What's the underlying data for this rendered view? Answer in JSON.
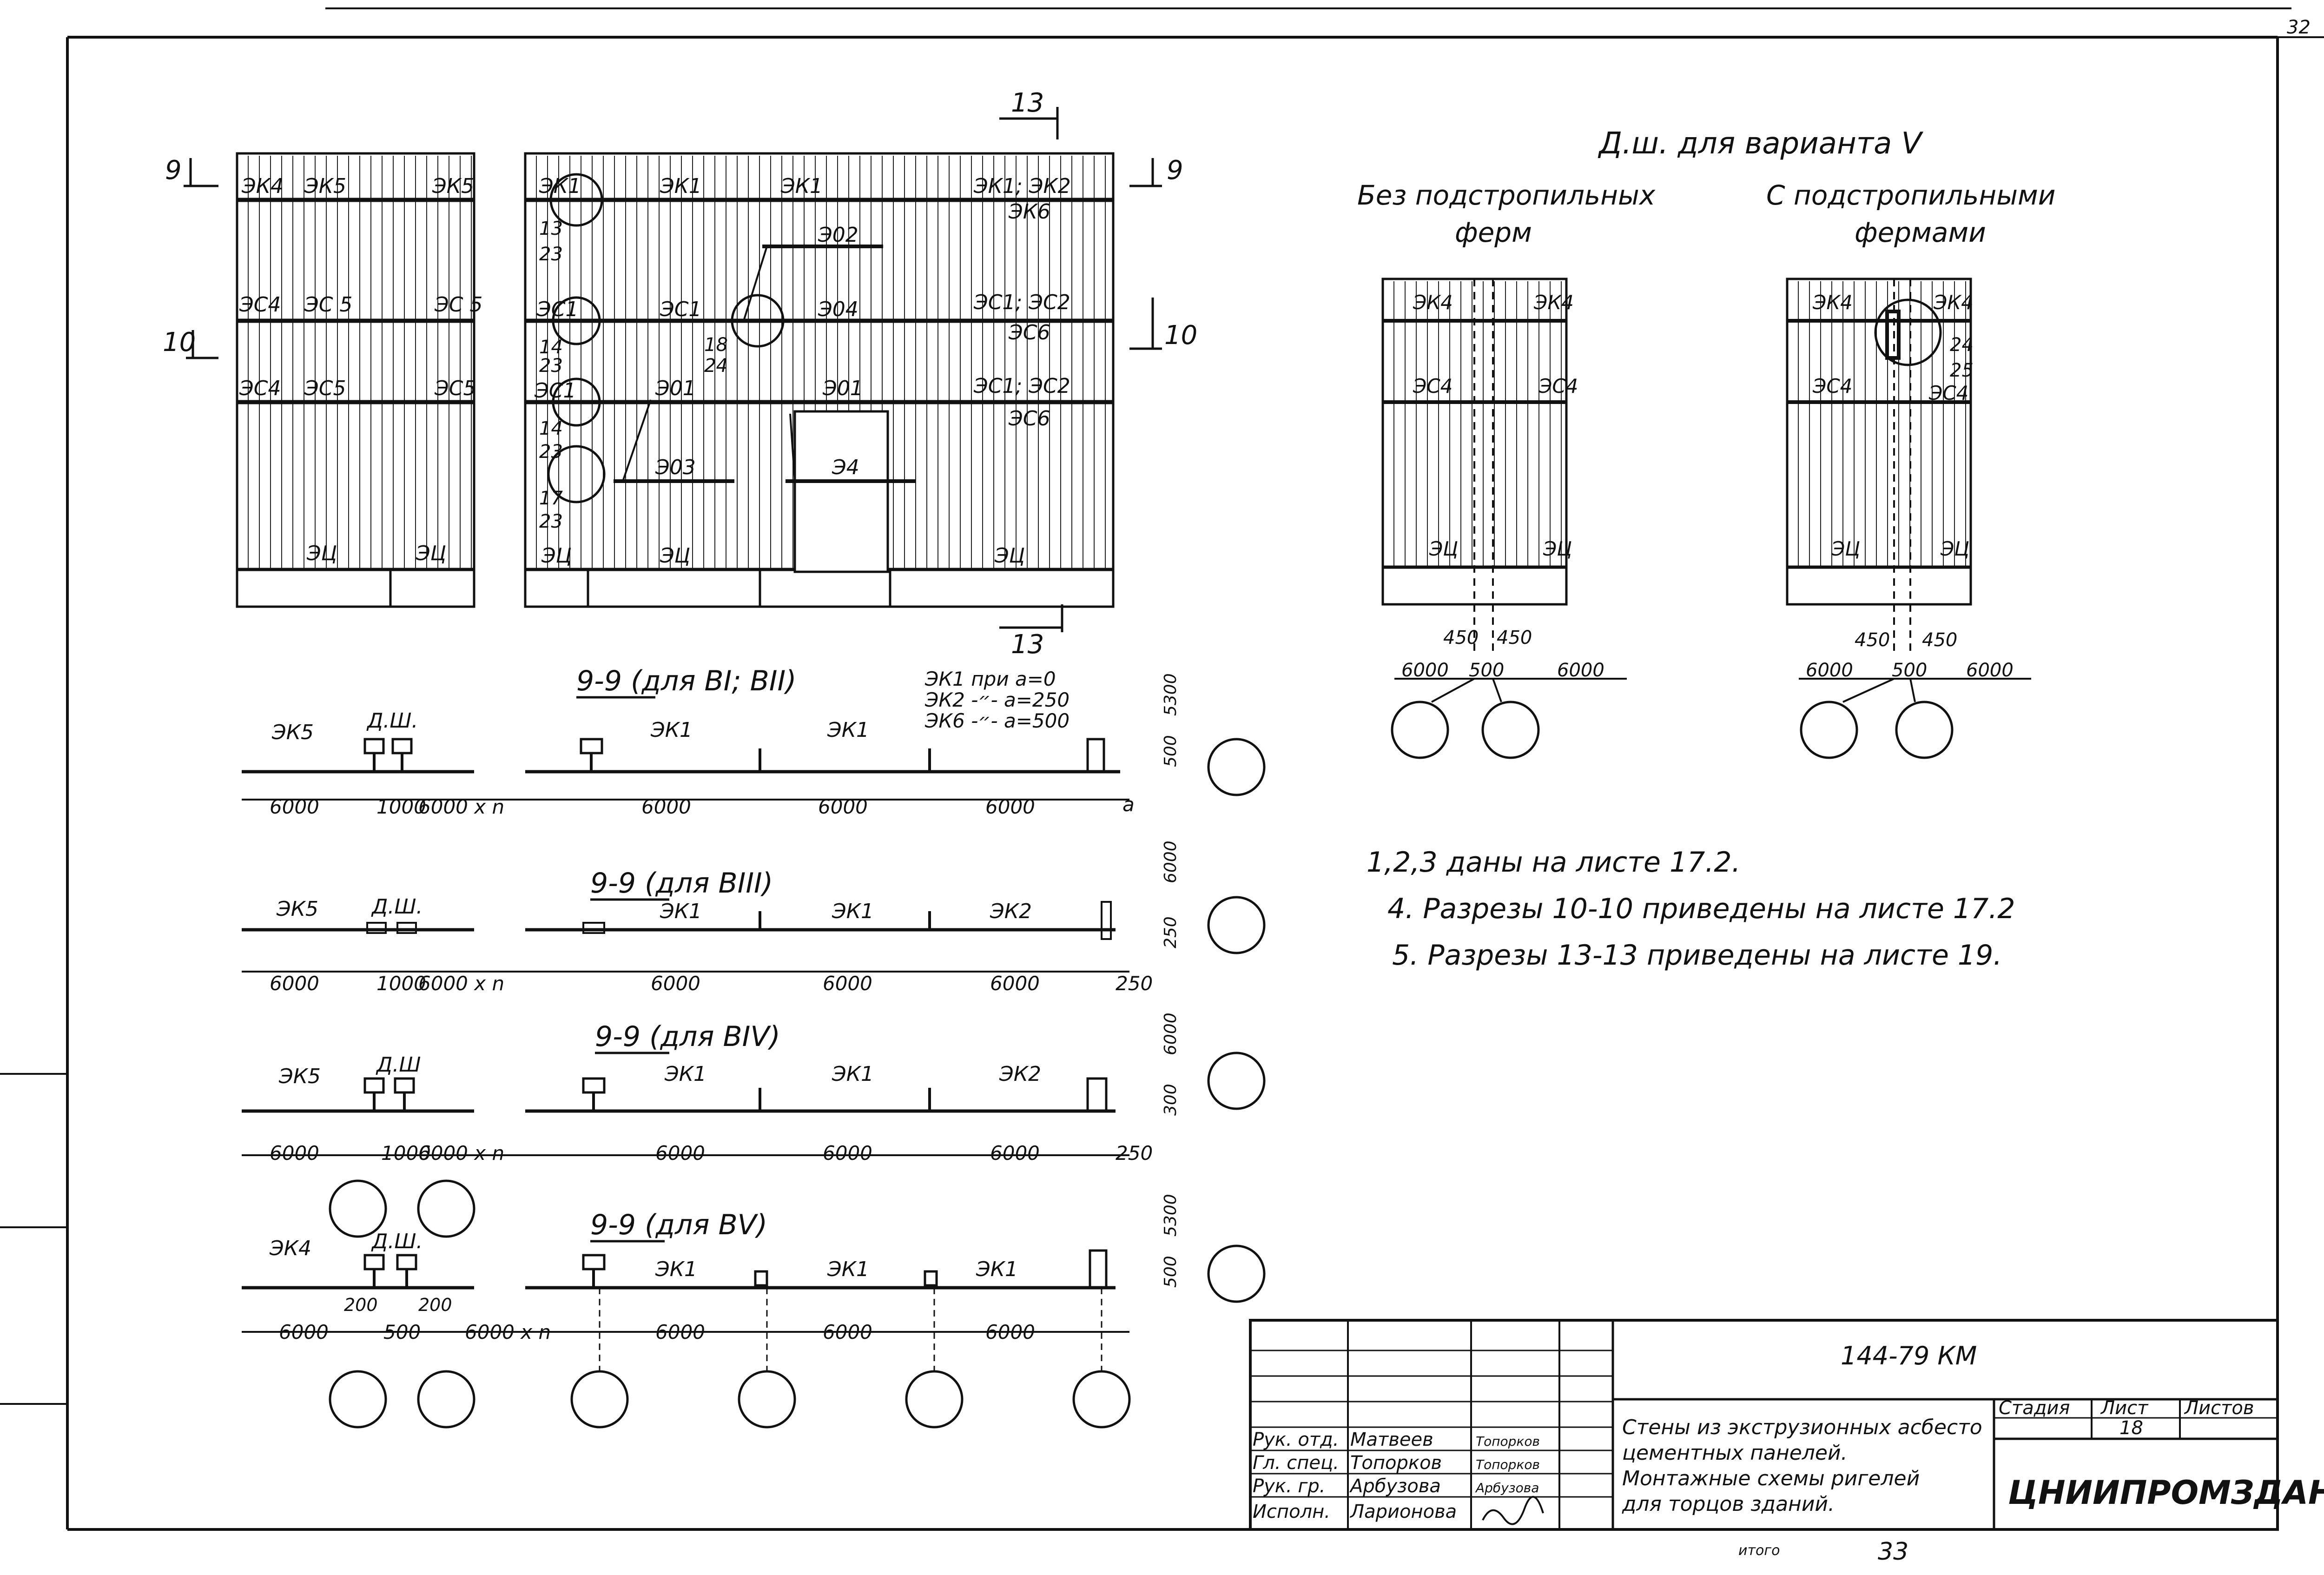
{
  "sheet": {
    "page_number": "32",
    "bottom_page_number": "33",
    "bottom_stamp": "итого"
  },
  "elevation": {
    "left_panels": {
      "top_row": [
        "ЭК4",
        "ЭК5",
        "ЭК5"
      ],
      "mid_row": [
        "ЭС4",
        "ЭС 5",
        "ЭС 5"
      ],
      "low_row": [
        "ЭС4",
        "ЭС5",
        "ЭС5"
      ],
      "base_row": [
        "ЭЦ",
        "ЭЦ"
      ]
    },
    "right_panels": {
      "top_row": [
        "ЭК1",
        "ЭК1",
        "ЭК1",
        "ЭК1; ЭК2",
        "ЭК6"
      ],
      "mid_row": [
        "ЭС1",
        "ЭС1",
        "Э04",
        "ЭС1; ЭС2",
        "ЭС6",
        "Э02"
      ],
      "low_row": [
        "ЭС1",
        "Э01",
        "Э01",
        "ЭС1; ЭС2",
        "ЭС6"
      ],
      "lintels": [
        "Э03",
        "Э4"
      ],
      "base_row": [
        "ЭЦ",
        "ЭЦ",
        "ЭЦ"
      ]
    },
    "node_refs": [
      {
        "top": "13",
        "bottom": "23"
      },
      {
        "top": "14",
        "bottom": "23"
      },
      {
        "top": "14",
        "bottom": "23"
      },
      {
        "top": "17",
        "bottom": "23"
      },
      {
        "top": "18",
        "bottom": "24"
      }
    ],
    "section_marks": {
      "s9": "9",
      "s10": "10",
      "s13": "13"
    }
  },
  "detail": {
    "title": "Д.ш. для варианта V",
    "left_title_1": "Без подстропильных",
    "left_title_2": "ферм",
    "right_title_1": "С подстропильными",
    "right_title_2": "фермами",
    "labels": [
      "ЭК4",
      "ЭК4",
      "ЭС4",
      "ЭС4",
      "ЭЦ",
      "ЭЦ"
    ],
    "dims": [
      "450",
      "450",
      "6000",
      "500",
      "6000"
    ],
    "refs": [
      "24",
      "25"
    ]
  },
  "sections": [
    {
      "title": "9-9 (для ВI; ВII)",
      "left_label": "ЭК5",
      "ds_label": "Д.Ш.",
      "beams": [
        "ЭК1",
        "ЭК1"
      ],
      "dims": [
        "6000",
        "1000",
        "6000 х n",
        "6000",
        "6000",
        "6000",
        "а"
      ],
      "side": [
        "500",
        "5300"
      ],
      "legend": [
        "ЭК1 при а=0",
        "ЭК2 -״- а=250",
        "ЭК6 -״- а=500"
      ]
    },
    {
      "title": "9-9 (для ВIII)",
      "left_label": "ЭК5",
      "ds_label": "Д.Ш.",
      "beams": [
        "ЭК1",
        "ЭК1",
        "ЭК2"
      ],
      "dims": [
        "6000",
        "1000",
        "6000 х n",
        "6000",
        "6000",
        "6000",
        "250"
      ],
      "side": [
        "250",
        "6000"
      ]
    },
    {
      "title": "9-9 (для ВIV)",
      "left_label": "ЭК5",
      "ds_label": "Д.Ш",
      "beams": [
        "ЭК1",
        "ЭК1",
        "ЭК2"
      ],
      "dims": [
        "6000",
        "1000",
        "6000 х n",
        "6000",
        "6000",
        "6000",
        "250"
      ],
      "side": [
        "300",
        "6000"
      ]
    },
    {
      "title": "9-9 (для ВV)",
      "left_label": "ЭК4",
      "ds_label": "Д.Ш.",
      "beams": [
        "ЭК1",
        "ЭК1",
        "ЭК1"
      ],
      "dims": [
        "6000",
        "200",
        "500",
        "200",
        "6000 х n",
        "6000",
        "6000",
        "6000"
      ],
      "side": [
        "500",
        "5300"
      ]
    }
  ],
  "notes": [
    "1,2,3 даны на листе 17.2.",
    "4. Разрезы 10-10 приведены на листе 17.2",
    "5. Разрезы 13-13 приведены на листе 19."
  ],
  "title_block": {
    "code": "144-79 КМ",
    "description": [
      "Стены из экструзионных асбесто",
      "цементных панелей.",
      "Монтажные схемы ригелей",
      "для торцов зданий."
    ],
    "headers": {
      "stage": "Стадия",
      "sheet": "Лист",
      "sheets": "Листов"
    },
    "sheet_no": "18",
    "org": "ЦНИИПРОМЗДАНИЙ",
    "roles": [
      {
        "role": "Рук. отд.",
        "name": "Матвеев",
        "sign": "Топорков"
      },
      {
        "role": "Гл. спец.",
        "name": "Топорков",
        "sign": "Топорков"
      },
      {
        "role": "Рук. гр.",
        "name": "Арбузова",
        "sign": "Арбузова"
      },
      {
        "role": "Исполн.",
        "name": "Ларионова",
        "sign": ""
      }
    ]
  }
}
